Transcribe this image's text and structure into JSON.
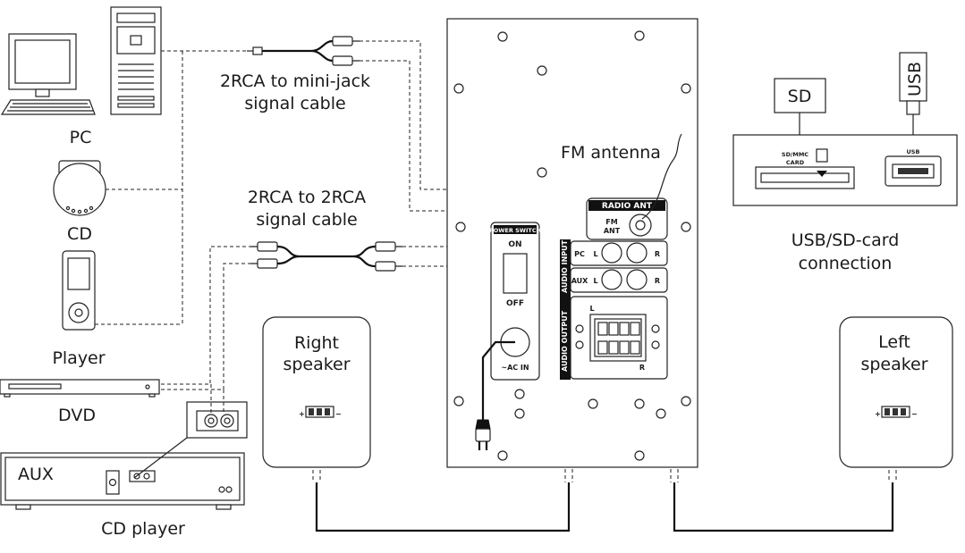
{
  "labels": {
    "pc": "PC",
    "cd": "CD",
    "player": "Player",
    "dvd": "DVD",
    "aux": "AUX",
    "cd_player": "CD player",
    "cable_minijack_1": "2RCA to mini-jack",
    "cable_minijack_2": "signal cable",
    "cable_rca_1": "2RCA to 2RCA",
    "cable_rca_2": "signal cable",
    "fm_antenna": "FM antenna",
    "right_speaker_1": "Right",
    "right_speaker_2": "speaker",
    "left_speaker_1": "Left",
    "left_speaker_2": "speaker",
    "usb_sd_1": "USB/SD-card",
    "usb_sd_2": "connection",
    "sd": "SD",
    "usb": "USB",
    "sd_mmc_1": "SD/MMC",
    "sd_mmc_2": "CARD",
    "usb_port": "USB"
  },
  "panel": {
    "radio_ant": "RADIO ANT",
    "fm": "FM",
    "ant": "ANT",
    "audio_input": "AUDIO INPUT",
    "audio_output": "AUDIO OUTPUT",
    "pc": "PC",
    "aux": "AUX",
    "l": "L",
    "r": "R",
    "power_switch": "POWER SWITCH",
    "on": "ON",
    "off": "OFF",
    "ac_in": "~AC IN"
  }
}
